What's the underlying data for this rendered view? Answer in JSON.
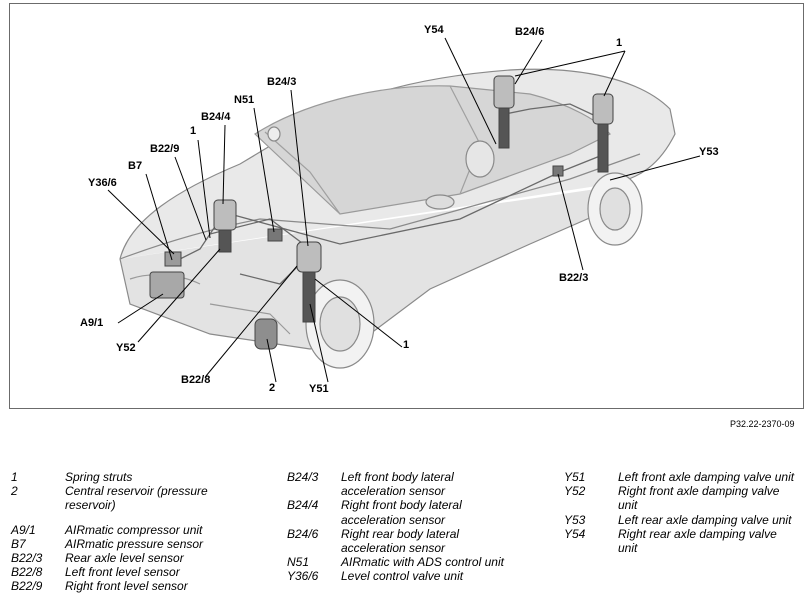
{
  "reference_code": "P32.22-2370-09",
  "callouts": {
    "y54": "Y54",
    "b24_6": "B24/6",
    "one_top": "1",
    "b24_3": "B24/3",
    "n51": "N51",
    "b24_4": "B24/4",
    "one_left": "1",
    "b22_9": "B22/9",
    "b7": "B7",
    "y36_6": "Y36/6",
    "y53": "Y53",
    "b22_3": "B22/3",
    "a9_1": "A9/1",
    "y52": "Y52",
    "one_right": "1",
    "b22_8": "B22/8",
    "two": "2",
    "y51": "Y51"
  },
  "legend": {
    "col1": [
      {
        "code": "1",
        "desc": "Spring struts"
      },
      {
        "code": "2",
        "desc": "Central reservoir (pressure reservoir)"
      },
      {
        "code": "A9/1",
        "desc": "AIRmatic compressor unit"
      },
      {
        "code": "B7",
        "desc": "AIRmatic pressure sensor"
      },
      {
        "code": "B22/3",
        "desc": "Rear axle level sensor"
      },
      {
        "code": "B22/8",
        "desc": "Left front level sensor"
      },
      {
        "code": "B22/9",
        "desc": "Right front level sensor"
      }
    ],
    "col2": [
      {
        "code": "B24/3",
        "desc": "Left front body lateral acceleration sensor"
      },
      {
        "code": "B24/4",
        "desc": "Right front body lateral acceleration sensor"
      },
      {
        "code": "B24/6",
        "desc": "Right rear body lateral acceleration sensor"
      },
      {
        "code": "N51",
        "desc": "AIRmatic with ADS control unit"
      },
      {
        "code": "Y36/6",
        "desc": "Level control valve unit"
      }
    ],
    "col3": [
      {
        "code": "Y51",
        "desc": "Left front axle damping valve unit"
      },
      {
        "code": "Y52",
        "desc": "Right front axle damping valve unit"
      },
      {
        "code": "Y53",
        "desc": "Left rear axle damping valve unit"
      },
      {
        "code": "Y54",
        "desc": "Right rear axle damping valve unit"
      }
    ]
  }
}
